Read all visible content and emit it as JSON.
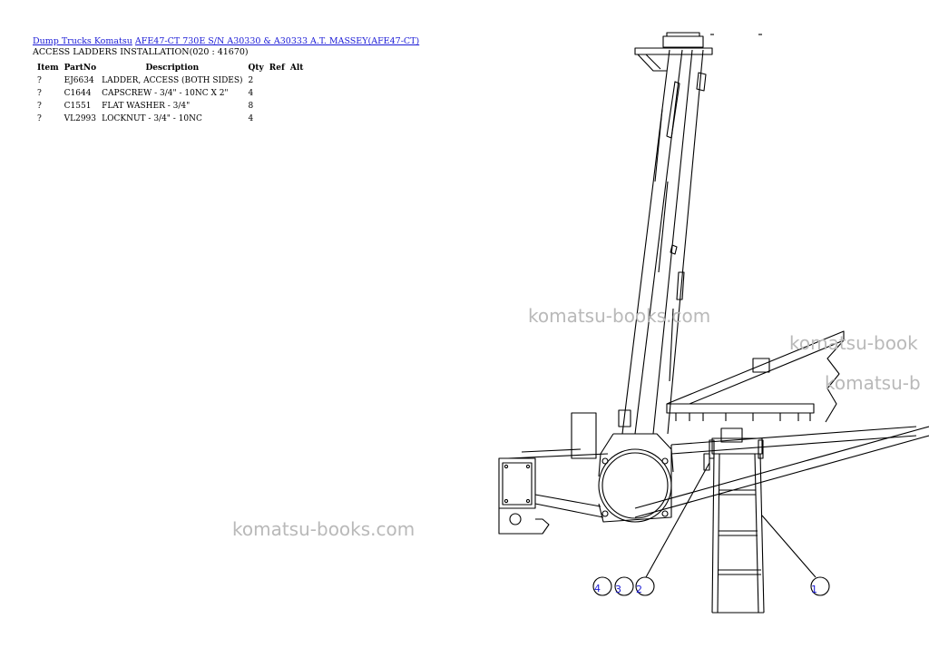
{
  "breadcrumb": {
    "link_1": "Dump Trucks Komatsu",
    "link_2": "AFE47-CT 730E S/N A30330 & A30333 A.T. MASSEY(AFE47-CT)"
  },
  "subtitle": "ACCESS LADDERS INSTALLATION(020 : 41670)",
  "table": {
    "headers": [
      "Item",
      "PartNo",
      "Description",
      "Qty",
      "Ref",
      "Alt"
    ],
    "rows": [
      {
        "item": "?",
        "part": "EJ6634",
        "desc": "LADDER, ACCESS (BOTH SIDES)",
        "qty": "2"
      },
      {
        "item": "?",
        "part": "C1644",
        "desc": "CAPSCREW - 3/4\" - 10NC X 2\"",
        "qty": "4"
      },
      {
        "item": "?",
        "part": "C1551",
        "desc": "FLAT WASHER - 3/4\"",
        "qty": "8"
      },
      {
        "item": "?",
        "part": "VL2993",
        "desc": "LOCKNUT - 3/4\" - 10NC",
        "qty": "4"
      }
    ]
  },
  "watermarks": {
    "wm_1": "komatsu-books.com",
    "wm_2": "komatsu-books.com",
    "wm_3": "komatsu-book",
    "wm_4": "komatsu-b"
  },
  "callouts": {
    "c1": "1",
    "c2": "2",
    "c3": "3",
    "c4": "4"
  },
  "colors": {
    "link": "#1a1ad6",
    "watermark": "#b9b9b9",
    "line": "#000000"
  }
}
